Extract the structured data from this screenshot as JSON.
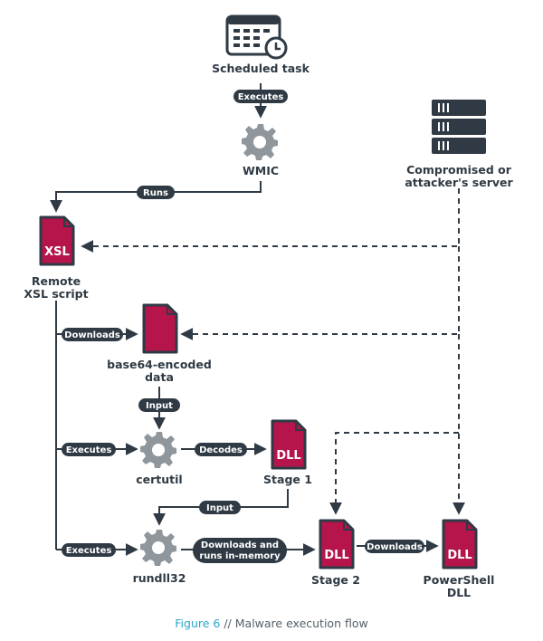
{
  "colors": {
    "ink": "#2f3a44",
    "file": "#b5154b",
    "accent": "#2aa6c9"
  },
  "nodes": {
    "scheduled_task": {
      "label": "Scheduled task",
      "icon": "calendar-clock-icon"
    },
    "wmic": {
      "label": "WMIC",
      "icon": "gear-icon"
    },
    "server": {
      "label_line1": "Compromised or",
      "label_line2": "attacker's server",
      "icon": "server-icon"
    },
    "remote_xsl": {
      "file_text": "XSL",
      "label_line1": "Remote",
      "label_line2": "XSL script"
    },
    "base64": {
      "label_line1": "base64-encoded",
      "label_line2": "data"
    },
    "certutil": {
      "label": "certutil",
      "icon": "gear-icon"
    },
    "stage1": {
      "file_text": "DLL",
      "label": "Stage 1"
    },
    "rundll32": {
      "label": "rundll32",
      "icon": "gear-icon"
    },
    "stage2": {
      "file_text": "DLL",
      "label": "Stage 2"
    },
    "powershell_dll": {
      "file_text": "DLL",
      "label_line1": "PowerShell",
      "label_line2": "DLL"
    }
  },
  "edges": {
    "executes_wmic": "Executes",
    "runs": "Runs",
    "downloads_base64": "Downloads",
    "input_certutil": "Input",
    "executes_certutil": "Executes",
    "decodes": "Decodes",
    "input_rundll": "Input",
    "executes_rundll": "Executes",
    "downloads_runs_line1": "Downloads and",
    "downloads_runs_line2": "runs in-memory",
    "downloads_ps": "Downloads"
  },
  "caption": {
    "figure": "Figure 6",
    "separator": " // ",
    "text": "Malware execution flow"
  }
}
